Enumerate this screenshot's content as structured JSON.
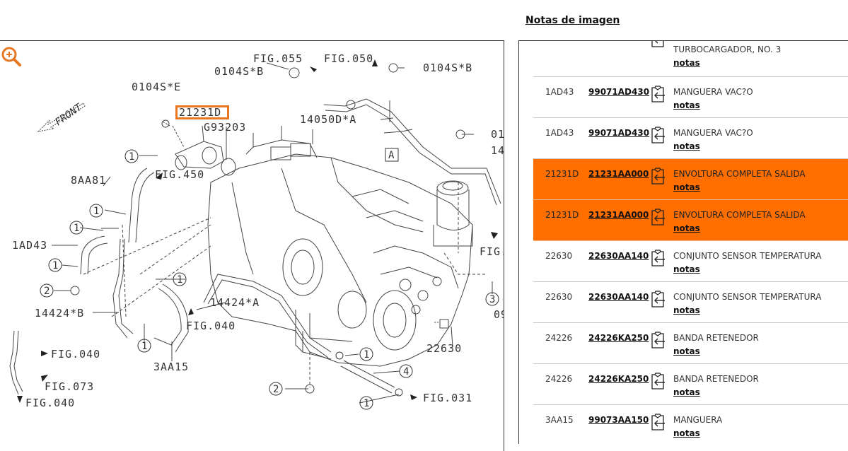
{
  "notes_panel": {
    "title": "Notas de imagen",
    "rows": [
      {
        "ref": "",
        "part_number": "",
        "description": "TURBOCARGADOR, NO. 3",
        "notes_label": "notas",
        "highlighted": false
      },
      {
        "ref": "1AD43",
        "part_number": "99071AD430",
        "description": "MANGUERA VAC?O",
        "notes_label": "notas",
        "highlighted": false
      },
      {
        "ref": "1AD43",
        "part_number": "99071AD430",
        "description": "MANGUERA VAC?O",
        "notes_label": "notas",
        "highlighted": false
      },
      {
        "ref": "21231D",
        "part_number": "21231AA000",
        "description": "ENVOLTURA COMPLETA SALIDA",
        "notes_label": "notas",
        "highlighted": true
      },
      {
        "ref": "21231D",
        "part_number": "21231AA000",
        "description": "ENVOLTURA COMPLETA SALIDA",
        "notes_label": "notas",
        "highlighted": true
      },
      {
        "ref": "22630",
        "part_number": "22630AA140",
        "description": "CONJUNTO SENSOR TEMPERATURA",
        "notes_label": "notas",
        "highlighted": false
      },
      {
        "ref": "22630",
        "part_number": "22630AA140",
        "description": "CONJUNTO SENSOR TEMPERATURA",
        "notes_label": "notas",
        "highlighted": false
      },
      {
        "ref": "24226",
        "part_number": "24226KA250",
        "description": "BANDA RETENEDOR",
        "notes_label": "notas",
        "highlighted": false
      },
      {
        "ref": "24226",
        "part_number": "24226KA250",
        "description": "BANDA RETENEDOR",
        "notes_label": "notas",
        "highlighted": false
      },
      {
        "ref": "3AA15",
        "part_number": "99073AA150",
        "description": "MANGUERA",
        "notes_label": "notas",
        "highlighted": false
      }
    ]
  },
  "diagram": {
    "zoom_icon": "zoom-in-icon",
    "selected_callout": "21231D",
    "front_label": "FRONT",
    "labels": {
      "fig055": "FIG.055",
      "fig050": "FIG.050",
      "bolt_b_left": "0104S*B",
      "bolt_b_right": "0104S*B",
      "bolt_e": "0104S*E",
      "housing": "21231D",
      "gasket": "G93203",
      "pipe_a": "14050D*A",
      "fig450": "FIG.450",
      "hose_8aa81": "8AA81",
      "hose_1ad43": "1AD43",
      "pipe_14424b": "14424*B",
      "pipe_14424a": "14424*A",
      "fig040_mid": "FIG.040",
      "hose_3aa15": "3AA15",
      "fig040_left_a": "FIG.040",
      "fig073": "FIG.073",
      "fig040_left_b": "FIG.040",
      "sensor_22630": "22630",
      "fig031": "FIG.031",
      "section_a": "A",
      "right_01": "01",
      "right_14": "14",
      "right_fig": "FIG.",
      "right_09": "09"
    },
    "circle_refs": {
      "c1": "1",
      "c2": "2",
      "c3": "3",
      "c4": "4"
    }
  }
}
